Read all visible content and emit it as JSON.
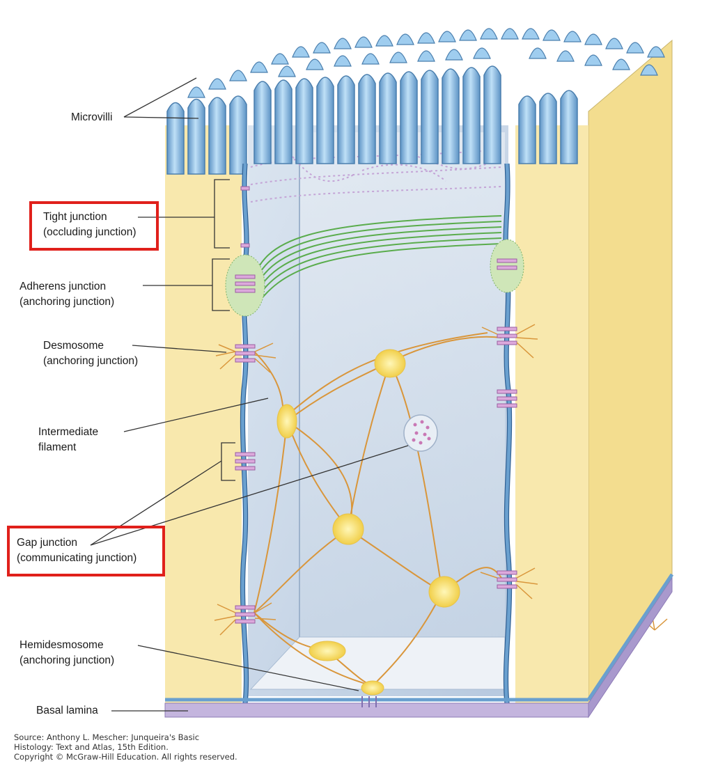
{
  "labels": {
    "microvilli": "Microvilli",
    "tight": [
      "Tight junction",
      "(occluding junction)"
    ],
    "adherens": [
      "Adherens junction",
      "(anchoring junction)"
    ],
    "desmosome": [
      "Desmosome",
      "(anchoring junction)"
    ],
    "intermediate": [
      "Intermediate",
      "filament"
    ],
    "gap": [
      "Gap junction",
      "(communicating junction)"
    ],
    "hemidesmosome": [
      "Hemidesmosome",
      "(anchoring junction)"
    ],
    "basal": "Basal lamina"
  },
  "credit": [
    "Source: Anthony L. Mescher: Junqueira's Basic",
    "Histology: Text and Atlas, 15th Edition.",
    "Copyright © McGraw-Hill Education. All rights reserved."
  ],
  "highlighted": [
    "tight",
    "gap"
  ],
  "colors": {
    "highlight": "#e0201b",
    "cell_face": "#f7e6a6",
    "cell_side": "#efd690",
    "interior": "#c9d8ea",
    "membrane": "#7fb0d8",
    "microvilli": "#8fbfe6",
    "basal_lamina": "#b9a9d6",
    "filament": "#d8963a",
    "desmosome_plaque": "#f5e27a",
    "junction_pink": "#d9a7d8",
    "actin_green": "#58a84a"
  }
}
